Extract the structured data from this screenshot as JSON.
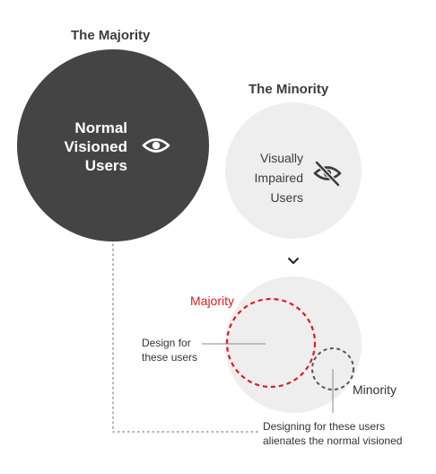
{
  "majority_heading": "The Majority",
  "minority_heading": "The Minority",
  "majority_circle": {
    "lines": [
      "Normal",
      "Visioned",
      "Users"
    ],
    "color": "#444444",
    "icon": "eye-icon"
  },
  "minority_circle": {
    "lines": [
      "Visually",
      "Impaired",
      "Users"
    ],
    "color": "#eeeeee",
    "icon": "eye-slash-icon"
  },
  "arrow_icon": "chevron-down-icon",
  "venn": {
    "majority_label": "Majority",
    "minority_label": "Minority",
    "design_for_lines": [
      "Design for",
      "these users"
    ],
    "designing_lines": [
      "Designing for these users",
      "alienates the normal visioned"
    ],
    "accent_color": "#e31c1c"
  }
}
